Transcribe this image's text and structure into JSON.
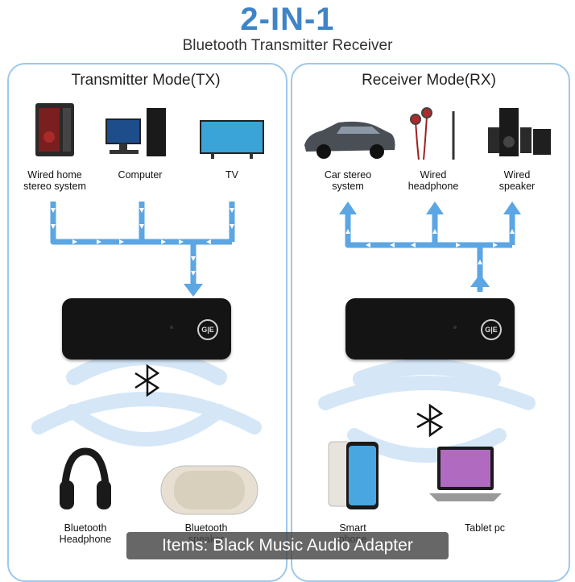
{
  "header": {
    "title": "2-IN-1",
    "subtitle": "Bluetooth Transmitter Receiver"
  },
  "tx": {
    "title": "Transmitter Mode(TX)",
    "sources": [
      {
        "label_1": "Wired home",
        "label_2": "stereo system",
        "icon": "home-stereo-icon"
      },
      {
        "label_1": "Computer",
        "label_2": "",
        "icon": "computer-icon"
      },
      {
        "label_1": "TV",
        "label_2": "",
        "icon": "tv-icon"
      }
    ],
    "outputs": [
      {
        "label_1": "Bluetooth",
        "label_2": "Headphone",
        "icon": "headphone-icon"
      },
      {
        "label_1": "Bluetooth",
        "label_2": "speaker",
        "icon": "speaker-icon"
      }
    ]
  },
  "rx": {
    "title": "Receiver Mode(RX)",
    "outputs": [
      {
        "label_1": "Car stereo",
        "label_2": "system",
        "icon": "car-icon"
      },
      {
        "label_1": "Wired",
        "label_2": "headphone",
        "icon": "earphone-icon"
      },
      {
        "label_1": "Wired",
        "label_2": "speaker",
        "icon": "wired-speaker-icon"
      }
    ],
    "sources": [
      {
        "label_1": "Smart",
        "label_2": "phone",
        "icon": "smartphone-icon"
      },
      {
        "label_1": "Tablet pc",
        "label_2": "",
        "icon": "laptop-icon"
      }
    ]
  },
  "device_logo": "G|E",
  "caption": "Items: Black Music Audio Adapter",
  "colors": {
    "accent": "#3f84c6",
    "flow": "#5ba6e3",
    "panel_border": "#9cc8ec",
    "wave": "#d5e7f7",
    "device": "#141414"
  }
}
